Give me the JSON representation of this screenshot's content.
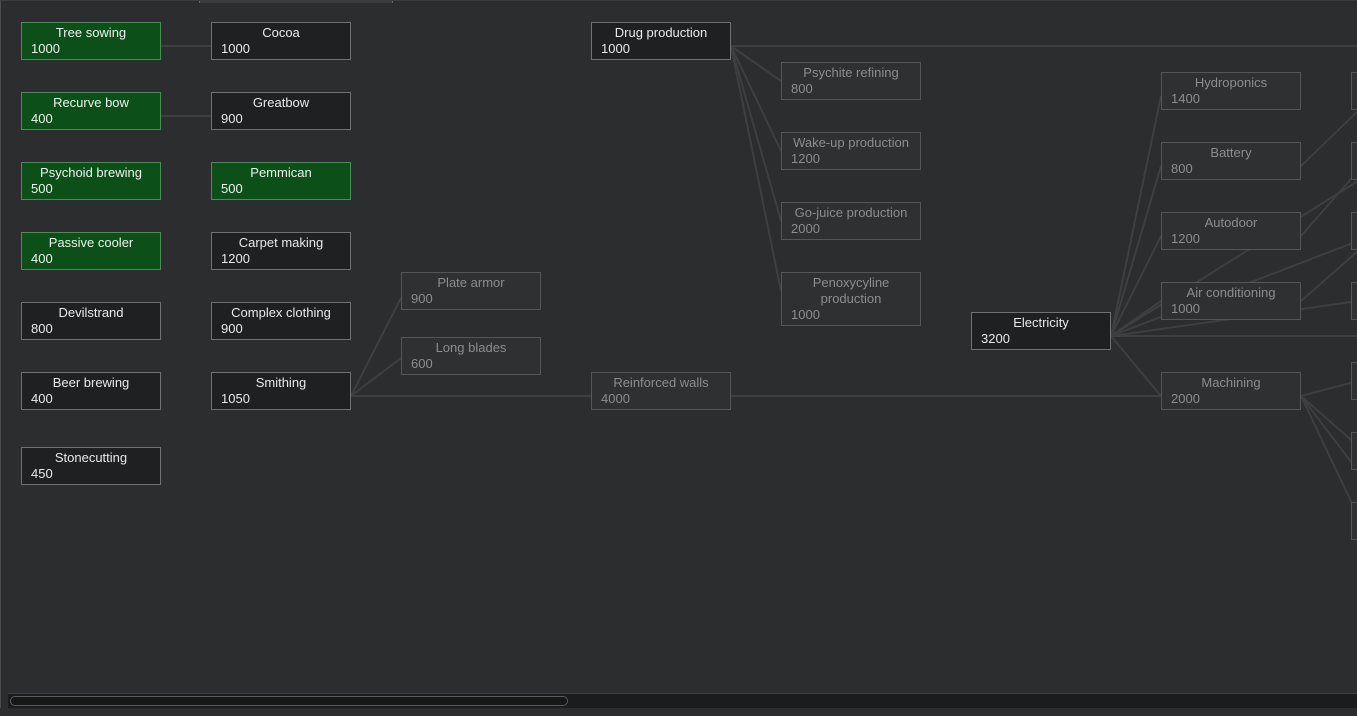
{
  "research_tree": {
    "projects": {
      "tree_sowing": {
        "label": "Tree sowing",
        "cost": "1000"
      },
      "recurve_bow": {
        "label": "Recurve bow",
        "cost": "400"
      },
      "psychoid_brewing": {
        "label": "Psychoid brewing",
        "cost": "500"
      },
      "passive_cooler": {
        "label": "Passive cooler",
        "cost": "400"
      },
      "devilstrand": {
        "label": "Devilstrand",
        "cost": "800"
      },
      "beer_brewing": {
        "label": "Beer brewing",
        "cost": "400"
      },
      "stonecutting": {
        "label": "Stonecutting",
        "cost": "450"
      },
      "cocoa": {
        "label": "Cocoa",
        "cost": "1000"
      },
      "greatbow": {
        "label": "Greatbow",
        "cost": "900"
      },
      "pemmican": {
        "label": "Pemmican",
        "cost": "500"
      },
      "carpet_making": {
        "label": "Carpet making",
        "cost": "1200"
      },
      "complex_clothing": {
        "label": "Complex clothing",
        "cost": "900"
      },
      "smithing": {
        "label": "Smithing",
        "cost": "1050"
      },
      "plate_armor": {
        "label": "Plate armor",
        "cost": "900"
      },
      "long_blades": {
        "label": "Long blades",
        "cost": "600"
      },
      "drug_production": {
        "label": "Drug production",
        "cost": "1000"
      },
      "reinforced_walls": {
        "label": "Reinforced walls",
        "cost": "4000"
      },
      "psychite_refining": {
        "label": "Psychite refining",
        "cost": "800"
      },
      "wake_up_production": {
        "label": "Wake-up production",
        "cost": "1200"
      },
      "go_juice_production": {
        "label": "Go-juice production",
        "cost": "2000"
      },
      "penoxycyline_production": {
        "label": "Penoxycyline production",
        "cost": "1000"
      },
      "electricity": {
        "label": "Electricity",
        "cost": "3200"
      },
      "hydroponics": {
        "label": "Hydroponics",
        "cost": "1400"
      },
      "battery": {
        "label": "Battery",
        "cost": "800"
      },
      "autodoor": {
        "label": "Autodoor",
        "cost": "1200"
      },
      "air_conditioning": {
        "label": "Air conditioning",
        "cost": "1000"
      },
      "machining": {
        "label": "Machining",
        "cost": "2000"
      }
    },
    "scroll": {
      "position_fraction": 0.0,
      "visible_fraction": 0.41
    }
  },
  "colors": {
    "background": "#2b2d2e",
    "completed_fill": "#0c4f19",
    "available_fill": "#1f2021",
    "locked_fill": "#2e3031",
    "link_line": "#3d3f40"
  }
}
